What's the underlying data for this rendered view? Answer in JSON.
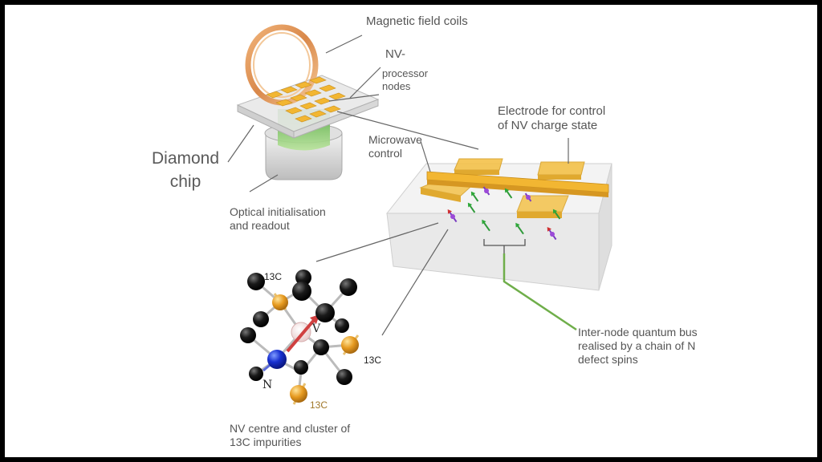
{
  "labels": {
    "magnetic_coils": "Magnetic field coils",
    "nv_nodes": [
      "NV-",
      "processor",
      "nodes"
    ],
    "diamond_chip": [
      "Diamond",
      "chip"
    ],
    "optical": [
      "Optical initialisation",
      "and readout"
    ],
    "electrode": [
      "Electrode for control",
      "of NV charge state"
    ],
    "microwave": [
      "Microwave",
      "control"
    ],
    "quantum_bus": [
      "Inter-node quantum bus",
      "realised by a chain of N",
      "defect spins"
    ],
    "nv_centre": [
      "NV centre and cluster of",
      "13C impurities"
    ]
  },
  "lattice": {
    "c13_top": "13C",
    "c13_right": "13C",
    "c13_bottom": "13C",
    "vacancy": "V",
    "nitrogen": "N"
  },
  "colors": {
    "gold": "#f2b632",
    "copper": "#d9884a",
    "green_glow": "#6cc24a",
    "substrate": "#e9e9e9",
    "nitrogen_atom": "#1830d0",
    "carbon_atom": "#151515",
    "bus_line": "#6fae4a"
  }
}
